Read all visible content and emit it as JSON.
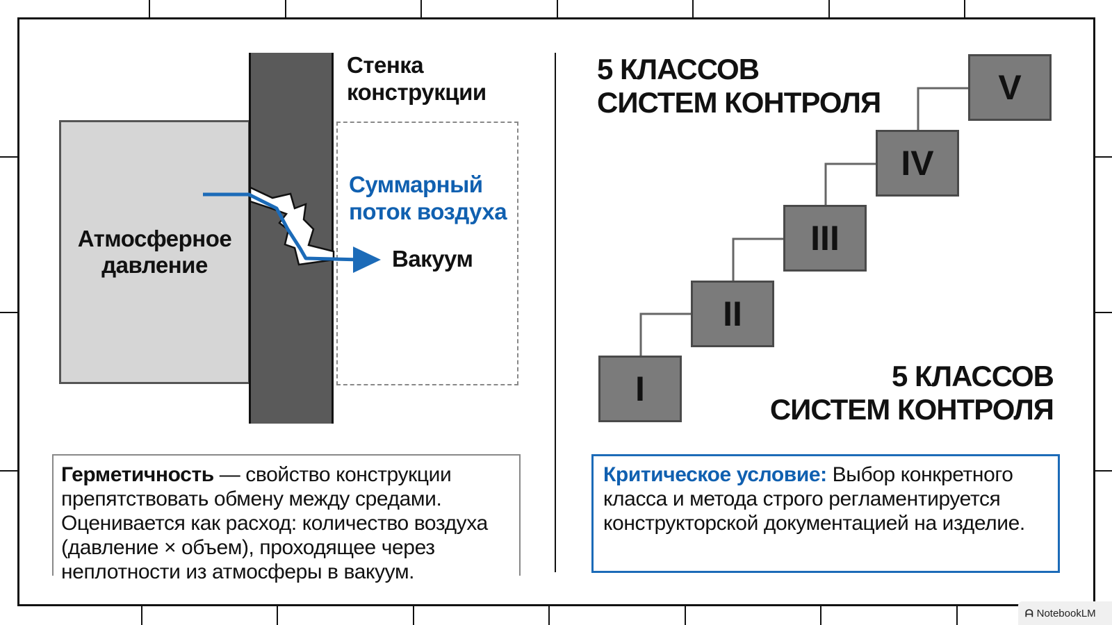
{
  "left": {
    "atmosphere_label": "Атмосферное\nдавление",
    "wall_label": "Стенка\nконструкции",
    "flow_label": "Суммарный\nпоток воздуха",
    "vacuum_label": "Вакуум",
    "definition": {
      "term": "Герметичность",
      "text": " — свойство конструкции препятствовать обмену между средами. Оценивается как расход: количество воздуха (давление × объем), проходящее через неплотности из атмосферы в вакуум."
    }
  },
  "right": {
    "title_top": "5 КЛАССОВ\nСИСТЕМ КОНТРОЛЯ",
    "title_bottom": "5 КЛАССОВ\nСИСТЕМ КОНТРОЛЯ",
    "steps": [
      "I",
      "II",
      "III",
      "IV",
      "V"
    ],
    "critical": {
      "label": "Критическое условие:",
      "text": " Выбор конкретного класса и метода строго регламентируется конструкторской документацией на изделие."
    }
  },
  "badge": {
    "icon": "notebooklm-icon",
    "text": "NotebookLM"
  },
  "colors": {
    "accent_blue": "#1060b0",
    "wall": "#5a5a5a",
    "step": "#7b7b7b",
    "atmosphere": "#d6d6d6"
  }
}
